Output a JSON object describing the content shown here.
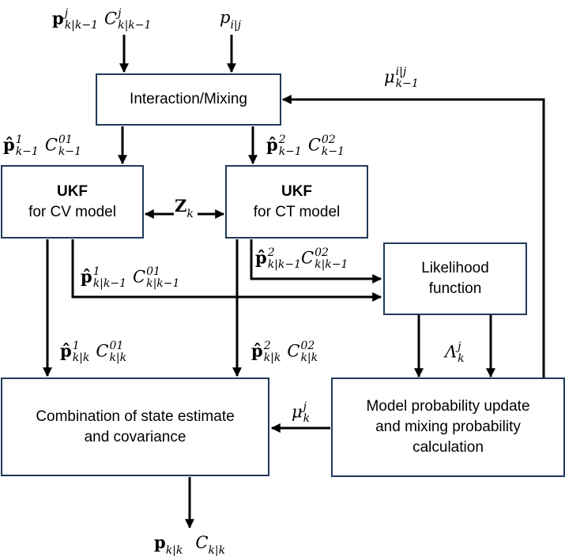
{
  "boxes": {
    "mixing": "Interaction/Mixing",
    "ukf_cv_title": "UKF",
    "ukf_cv_sub": "for CV model",
    "ukf_ct_title": "UKF",
    "ukf_ct_sub": "for CT model",
    "likelihood_line1": "Likelihood",
    "likelihood_line2": "function",
    "combination_line1": "Combination of state estimate",
    "combination_line2": "and covariance",
    "model_prob_line1": "Model probability update",
    "model_prob_line2": "and mixing probability",
    "model_prob_line3": "calculation"
  },
  "labels": {
    "bold_p": "p",
    "bold_p_hat": "p̂",
    "bold_z": "Z",
    "C": "C",
    "p": "p",
    "mu": "μ",
    "Lambda": "Λ",
    "sub_kk1": "k|k−1",
    "sub_k1": "k−1",
    "sub_kk": "k|k",
    "sub_k": "k",
    "sub_ij": "i|j",
    "sup_j": "j",
    "sup_1": "1",
    "sup_2": "2",
    "sup_01": "01",
    "sup_02": "02",
    "sup_ij": "i|j"
  }
}
